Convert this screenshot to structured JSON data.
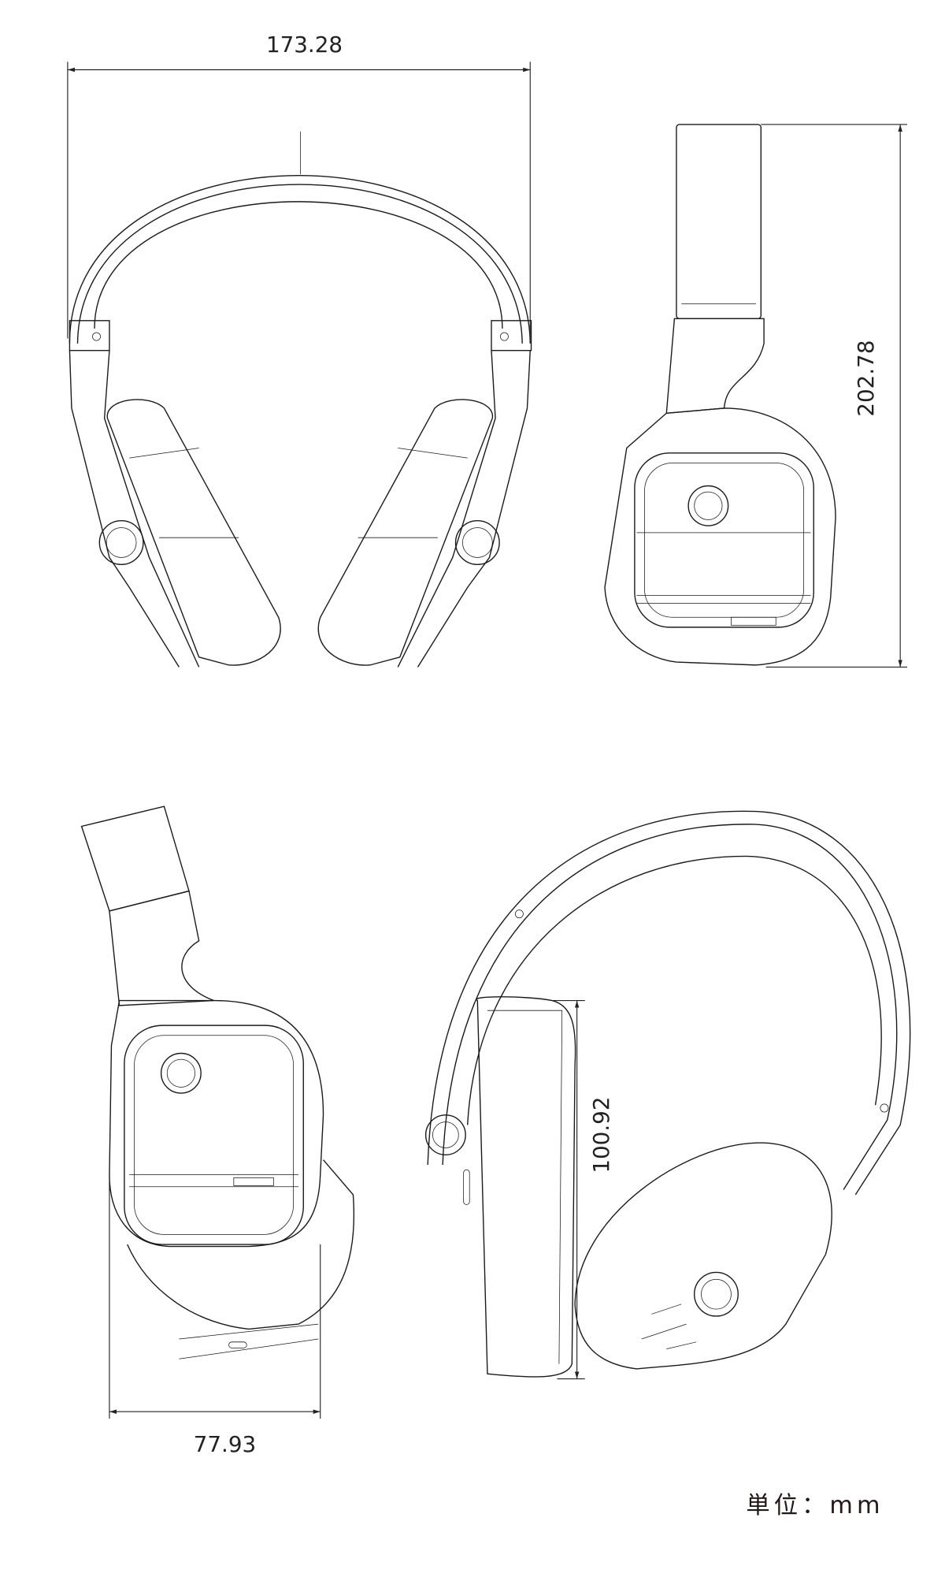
{
  "dimensions": {
    "width_front": "173.28",
    "height_side": "202.78",
    "depth_side": "77.93",
    "earcup_height": "100.92"
  },
  "unit_label": "単位：mm"
}
